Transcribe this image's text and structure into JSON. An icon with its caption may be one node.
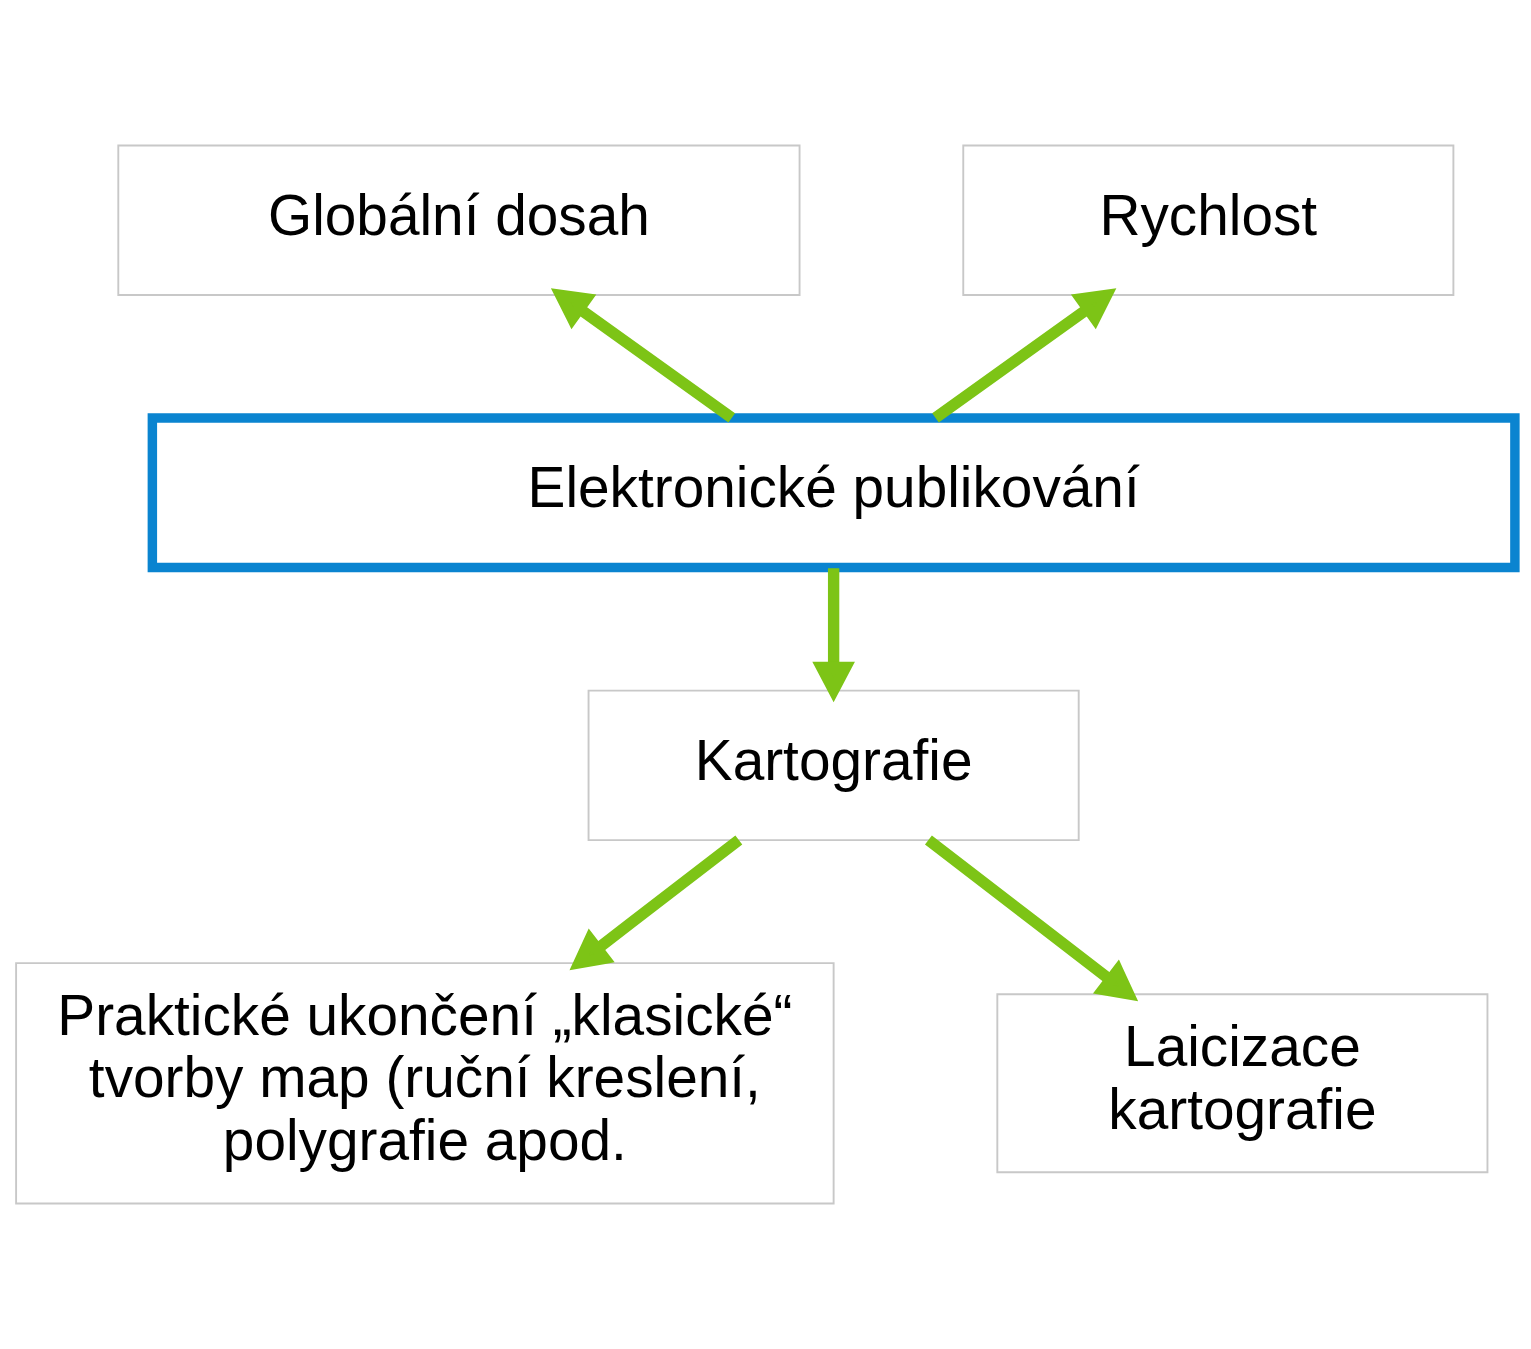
{
  "diagram": {
    "nodes": [
      {
        "text": [
          "Globální dosah"
        ]
      },
      {
        "text": [
          "Rychlost"
        ]
      },
      {
        "text": [
          "Elektronické publikování"
        ]
      },
      {
        "text": [
          "Kartografie"
        ]
      },
      {
        "text": [
          "Praktické ukončení „klasické“ tvorby map (ruční kreslení, polygrafie apod."
        ]
      },
      {
        "text": [
          "Laicizace kartografie"
        ]
      }
    ],
    "edges": [
      {
        "from": 2,
        "to": 0,
        "arrow": "to"
      },
      {
        "from": 2,
        "to": 1,
        "arrow": "to"
      },
      {
        "from": 2,
        "to": 3,
        "arrow": "to"
      },
      {
        "from": 3,
        "to": 4,
        "arrow": "to"
      },
      {
        "from": 3,
        "to": 5,
        "arrow": "to"
      }
    ]
  }
}
